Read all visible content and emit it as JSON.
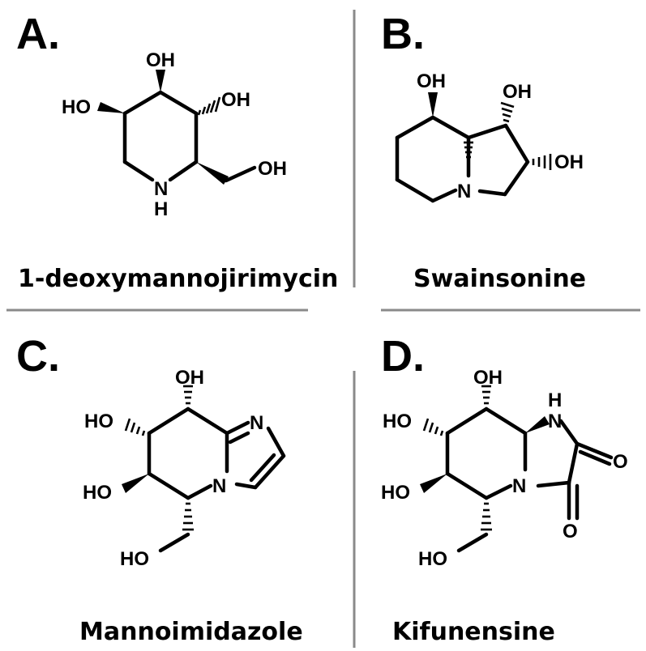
{
  "panels": [
    {
      "letter": "A.",
      "name": "1-deoxymannojirimycin",
      "atoms": {
        "oh_top": "OH",
        "ho_left": "HO",
        "oh_right": "OH",
        "oh_side": "OH",
        "n": "N",
        "h": "H"
      }
    },
    {
      "letter": "B.",
      "name": "Swainsonine",
      "atoms": {
        "oh_top": "OH",
        "oh_right_top": "OH",
        "oh_right": "OH",
        "n": "N"
      }
    },
    {
      "letter": "C.",
      "name": "Mannoimidazole",
      "atoms": {
        "oh_top": "OH",
        "ho_left_top": "HO",
        "ho_left": "HO",
        "ho_bottom": "HO",
        "n_ring": "N",
        "n_imine": "N"
      }
    },
    {
      "letter": "D.",
      "name": "Kifunensine",
      "atoms": {
        "oh_top": "OH",
        "ho_left_top": "HO",
        "ho_left": "HO",
        "ho_bottom": "HO",
        "n_ring": "N",
        "nh": "H",
        "nh_n": "N",
        "o_right": "O",
        "o_bottom": "O"
      }
    }
  ],
  "colors": {
    "ink": "#000000",
    "divider": "#8a8a8a",
    "background": "#ffffff"
  }
}
